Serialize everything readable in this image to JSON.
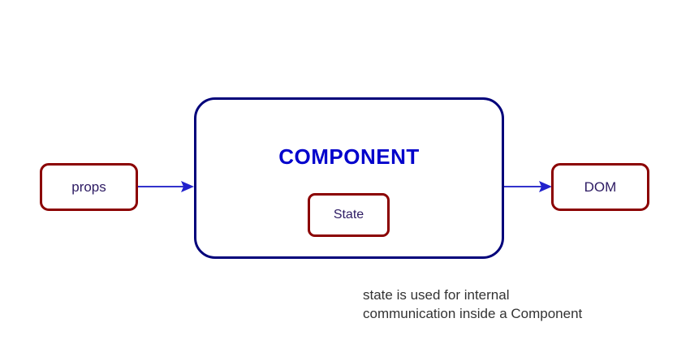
{
  "diagram": {
    "title_text": "COMPONENT",
    "nodes": {
      "props": {
        "label": "props"
      },
      "state": {
        "label": "State"
      },
      "dom": {
        "label": "DOM"
      }
    },
    "caption": "state is used for internal\ncommunication inside a Component",
    "colors": {
      "background": "#ffffff",
      "box_border_red": "#8B0000",
      "component_border_navy": "#00007A",
      "component_title_blue": "#0000CC",
      "node_text_indigo": "#2D1B63",
      "arrow_blue": "#3333CC",
      "caption_gray": "#333333"
    },
    "arrows": {
      "props_to_component": "arrow-right-icon",
      "component_to_dom": "arrow-right-icon"
    }
  }
}
